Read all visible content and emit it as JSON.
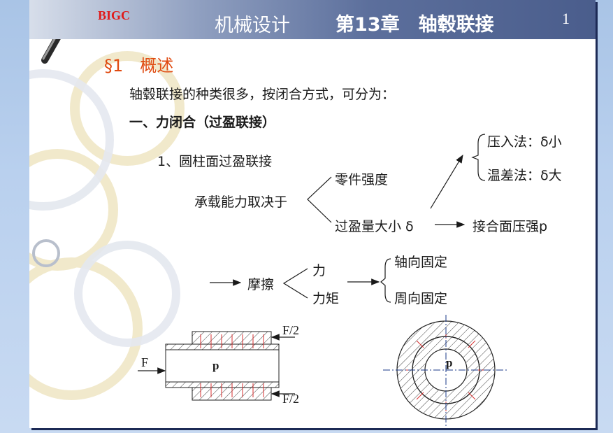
{
  "header": {
    "brand": "BIGC",
    "course": "机械设计",
    "chapter": "第13章　轴毂联接",
    "page_number": "1"
  },
  "section": {
    "title": "§1　概述",
    "intro": "轴毂联接的种类很多，按闭合方式，可分为：",
    "subtitle": "一、力闭合（过盈联接）",
    "item1": "1、圆柱面过盈联接"
  },
  "tree": {
    "root": "承载能力取决于",
    "branch_strength": "零件强度",
    "branch_interference": "过盈量大小 δ",
    "press_method": "压入法：δ小",
    "thermal_method": "温差法：δ大",
    "result": "接合面压强p"
  },
  "friction": {
    "root": "摩擦",
    "force": "力",
    "torque": "力矩",
    "axial": "轴向固定",
    "circumferential": "周向固定"
  },
  "figure": {
    "force_label": "F",
    "half_force_top": "F/2",
    "half_force_bottom": "F/2",
    "pressure_left": "p",
    "pressure_right": "p"
  },
  "colors": {
    "title_red": "#e04a10",
    "brand_red": "#e01b1b",
    "hatch_red": "#d83030",
    "header_blue": "#4a5d8c"
  }
}
